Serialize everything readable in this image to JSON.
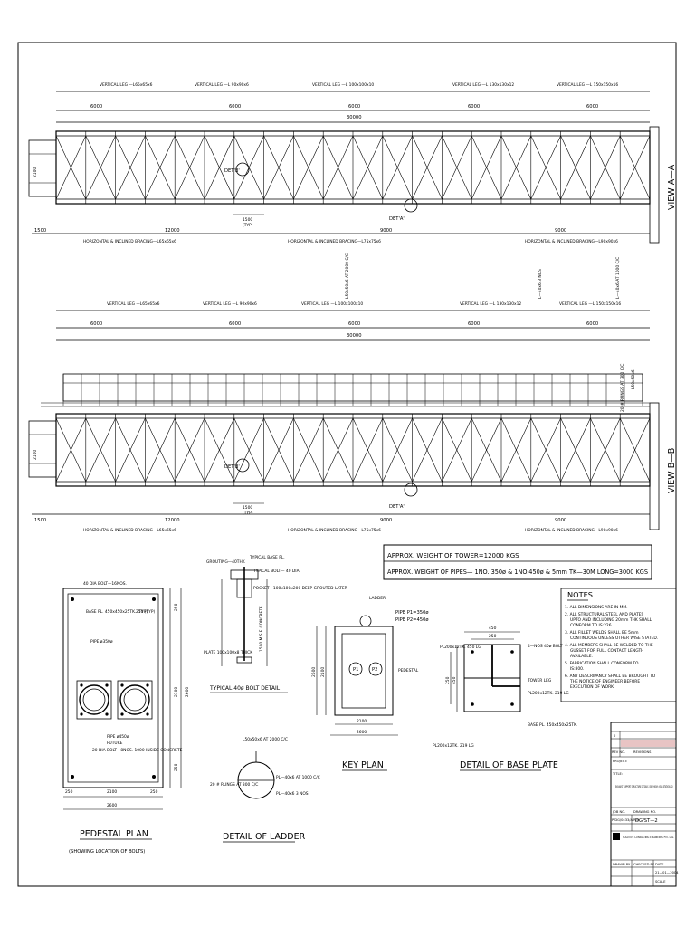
{
  "view_a": {
    "title": "VIEW A—A",
    "legs": [
      "VERTICAL LEG —L65x65x6",
      "VERTICAL LEG —L 90x90x6",
      "VERTICAL LEG —L 100x100x10",
      "VERTICAL LEG —L 130x130x12",
      "VERTICAL LEG —L 150x150x16"
    ],
    "segment_dims": [
      "6000",
      "6000",
      "6000",
      "6000",
      "6000"
    ],
    "overall_dim": "30000",
    "height_dim": "2100",
    "end_dim": "1500",
    "bottom_dims": [
      "12000",
      "9000",
      "9000"
    ],
    "bracing": [
      "HORIZONTAL & INCLINED BRACING—L65x65x6",
      "HORIZONTAL & INCLINED BRACING—L75x75x6",
      "HORIZONTAL & INCLINED BRACING—L90x90x6"
    ],
    "det_b": "DET'B'",
    "det_a": "DET'A'",
    "panel_dim": "1500",
    "typ": "(TYP)"
  },
  "view_b": {
    "title": "VIEW B—B",
    "legs": [
      "VERTICAL LEG —L65x65x6",
      "VERTICAL LEG —L 90x90x6",
      "VERTICAL LEG —L 100x100x10",
      "VERTICAL LEG —L 130x130x12",
      "VERTICAL LEG —L 150x150x16"
    ],
    "segment_dims": [
      "6000",
      "6000",
      "6000",
      "6000",
      "6000"
    ],
    "overall_dim": "30000",
    "height_dim": "2100",
    "end_dim": "1500",
    "bottom_dims": [
      "12000",
      "9000",
      "9000"
    ],
    "bracing": [
      "HORIZONTAL & INCLINED BRACING—L65x65x6",
      "HORIZONTAL & INCLINED BRACING—L75x75x6",
      "HORIZONTAL & INCLINED BRACING—L90x90x6"
    ],
    "det_b": "DET'B'",
    "det_a": "DET'A'",
    "panel_dim": "1500",
    "typ": "(TYP)",
    "vert_notes": [
      "L50x50x6 AT 2000 C/C",
      "L—40x6 3 NOS",
      "L—40x6 AT 1000 C/C",
      "L50x50x6",
      "20 # RUNGS AT 300 C/C"
    ]
  },
  "weights": {
    "tower": "APPROX. WEIGHT OF TOWER=12000 KGS",
    "pipes": "APPROX. WEIGHT OF PIPES— 1NO. 350ø & 1NO.450ø & 5mm TK—30M LONG=3000 KGS"
  },
  "pedestal": {
    "title": "PEDESTAL PLAN",
    "subtitle": "(SHOWING LOCATION OF BOLTS)",
    "labels": [
      "40 DIA BOLT—16NOS.",
      "BASE PL. 450x450x25TK. (TYP)",
      "PIPE ø350ø",
      "250 (TYP)",
      "PIPE ø450ø",
      "FUTURE",
      "20 DIA BOLT—8NOS. 1000 INSIDE CONCRETE"
    ],
    "dims": [
      "250",
      "2100",
      "2600",
      "250",
      "250",
      "2100",
      "250",
      "2600"
    ]
  },
  "bolt_detail": {
    "title": "TYPICAL 40ø BOLT DETAIL",
    "labels": [
      "GROUTING—40THK",
      "TYPICAL BASE PL.",
      "TYPICAL BOLT— 40 DIA.",
      "POCKET—100x100x200 DEEP GROUTED LATER",
      "1500 M.S.F. CONCRETE",
      "PLATE 100x100x8 THICK"
    ]
  },
  "key_plan": {
    "title": "KEY PLAN",
    "labels": [
      "LADDER",
      "PIPE P1=350ø",
      "PIPE P2=450ø",
      "PEDESTAL",
      "P1",
      "P2"
    ],
    "dims": [
      "2100",
      "2600",
      "2100",
      "2600"
    ]
  },
  "ladder": {
    "title": "DETAIL OF LADDER",
    "labels": [
      "L50x50x6 AT 2000 C/C",
      "PL—40x6 AT 1000 C/C",
      "PL—40x6 3 NOS",
      "20 # RUNGS AT 300 C/C"
    ]
  },
  "base_plate": {
    "title": "DETAIL OF BASE PLATE",
    "labels": [
      "PL200x12TK. 450 LG",
      "4—NOS 40ø BOLT",
      "TOWER LEG",
      "PL200x12TK. 219 LG",
      "BASE PL. 450x450x25TK.",
      "PL200x12TK. 219 LG"
    ],
    "dims": [
      "450",
      "250",
      "450",
      "250"
    ]
  },
  "notes": {
    "heading": "NOTES",
    "items": [
      "1. ALL DIMENSIONS ARE IN MM.",
      "2. ALL STRUCTURAL STEEL AND PLATES UPTO AND INCLUDING 20mm THK SHALL CONFORM TO IS:226.",
      "3. ALL FILLET WELDS SHALL BE 5mm CONTINUOUS UNLESS OTHER WISE STATED.",
      "4. ALL MEMBERS SHALL BE WELDED TO THE GUSSET FOR FULL CONTACT LENGTH AVAILABLE.",
      "5. FABRICATION SHALL CONFORM TO IS:800.",
      "6. ANY DESCRIPANCY SHALL BE BROUGHT TO THE NOTICE OF ENGINEER BEFORE EXECUTION OF WORK."
    ]
  },
  "title_block": {
    "rev_no": "0",
    "rev_label": "REV NO.",
    "rev_desc": "REVISIONS",
    "project_label": "PROJECT:",
    "title_label": "TITLE:",
    "title": "EXHAUST SUPPORT STRUCTURE DETAILS (30M HIGH) (SUB STATION—2)",
    "job_label": "JOB NO.",
    "drawing_label": "DRAWING NO.",
    "job_no": "P/DG/0433/A/R/0",
    "drawing_no": "DG/ST—2",
    "company": "SOLUTIVE CONSULTING ENGINEERS PVT. LTD.",
    "drawn_label": "DRAWN BY",
    "checked_label": "CHECKED BY",
    "date_label": "DATE",
    "date": "21—01—2004",
    "scale_label": "SCALE"
  }
}
